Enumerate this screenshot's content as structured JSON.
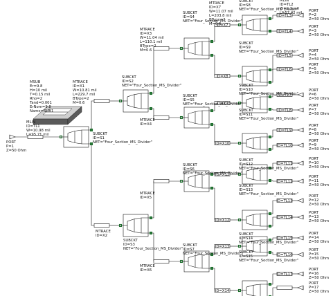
{
  "msub": {
    "lines": [
      "MSUB",
      "Er=9.8",
      "H=10 mil",
      "T=0.15 mil",
      "Rho=2",
      "Tand=0.001",
      "ErNom=9.8",
      "Name=SUB1"
    ]
  },
  "mlin_main": {
    "lines": [
      "MLIN",
      "ID=TL1",
      "W=10.98 mil",
      "L=95.71 mil"
    ]
  },
  "port_in": {
    "lines": [
      "PORT",
      "P=1",
      "Z=50 Ohm"
    ]
  },
  "subckt_s1": {
    "lines": [
      "SUBCKT",
      "ID=S1",
      "NET=\"Four_Section_MS_Divider\""
    ]
  },
  "mtrace_x1": {
    "lines": [
      "MTRACE",
      "ID=X1",
      "W=10.81 mil",
      "L=229.7 mil",
      "BType=2",
      "M=0.6"
    ]
  },
  "mtrace_x2": {
    "lines": [
      "MTRACE",
      "ID=X2"
    ]
  },
  "subckt_s2": {
    "lines": [
      "SUBCKT",
      "ID=S2",
      "NET=\"Four_Section_MS_Divider\""
    ]
  },
  "subckt_s3": {
    "lines": [
      "SUBCKT",
      "ID=S3",
      "NET=\"Four_Section_MS_Divider\""
    ]
  },
  "mtrace_x3": {
    "lines": [
      "MTRACE",
      "ID=X3",
      "W=11.04 mil",
      "L=110.1 mil",
      "BType=2",
      "M=0.6"
    ]
  },
  "mtrace_x4": {
    "lines": [
      "MTRACE",
      "ID=X4"
    ]
  },
  "mtrace_x5": {
    "lines": [
      "MTRACE",
      "ID=X5"
    ]
  },
  "mtrace_x6": {
    "lines": [
      "MTRACE",
      "ID=X6"
    ]
  },
  "subckt_s4": {
    "lines": [
      "SUBCKT",
      "ID=S4",
      "NET=\"Four_Section_MS_Divider\""
    ]
  },
  "subckt_s5": {
    "lines": [
      "SUBCKT",
      "ID=S5",
      "NET=\"Four_Section_MS_Divider\""
    ]
  },
  "subckt_s6": {
    "lines": [
      "SUBCKT",
      "ID=S6",
      "NET=\"Four_Section_MS_Divider\""
    ]
  },
  "subckt_s7": {
    "lines": [
      "SUBCKT",
      "ID=S7",
      "NET=\"Four_Section_MS_Divider\""
    ]
  },
  "mtrace_x7": {
    "lines": [
      "MTRACE",
      "ID=X7",
      "W=11.07 mil",
      "L=203.8 mil",
      "BType=2",
      "M=0.6"
    ]
  },
  "mtrace_x8": {
    "lines": [
      "MTRACE",
      "ID=X8"
    ]
  },
  "mtrace_x9": {
    "lines": [
      "MTRACE",
      "ID=X9"
    ]
  },
  "mtrace_x10": {
    "lines": [
      "MTRACE",
      "ID=X10"
    ]
  },
  "mtrace_x11": {
    "lines": [
      "MTRACE",
      "ID=X11"
    ]
  },
  "mtrace_x12": {
    "lines": [
      "MTRACE",
      "ID=X12"
    ]
  },
  "mtrace_x13": {
    "lines": [
      "MTRACE",
      "ID=X13"
    ]
  },
  "mtrace_x14": {
    "lines": [
      "MTRACE",
      "ID=X14"
    ]
  },
  "subckt_s8": {
    "lines": [
      "SUBCKT",
      "ID=S8",
      "NET=\"Four_Section_MS_Divider\""
    ]
  },
  "subckt_s9": {
    "lines": [
      "SUBCKT",
      "ID=S9",
      "NET=\"Four_Section_MS_Divider\""
    ]
  },
  "subckt_s10": {
    "lines": [
      "SUBCKT",
      "ID=S10",
      "NET=\"Four_Section_MS_Divider\""
    ]
  },
  "subckt_s11": {
    "lines": [
      "SUBCKT",
      "ID=S11",
      "NET=\"Four_Section_MS_Divider\""
    ]
  },
  "subckt_s12": {
    "lines": [
      "SUBCKT",
      "ID=S12",
      "NET=\"Four_Section_MS_Divider\""
    ]
  },
  "subckt_s13": {
    "lines": [
      "SUBCKT",
      "ID=S13",
      "NET=\"Four_Section_MS_Divider\""
    ]
  },
  "subckt_s14": {
    "lines": [
      "SUBCKT",
      "ID=S14",
      "NET=\"Four_Section_MS_Divider\""
    ]
  },
  "subckt_s15": {
    "lines": [
      "SUBCKT",
      "ID=S15",
      "NET=\"Four_Section_MS_Divider\""
    ]
  },
  "mlin_tl2": {
    "lines": [
      "MLIN",
      "ID=TL2",
      "W=9.3 mil",
      "L=57.42 mil"
    ]
  },
  "mlin_box_labels": [
    "MLIN",
    "ID=TL3",
    "MLIN",
    "ID=TL4",
    "MLIN",
    "ID=TL5",
    "MLIN",
    "ID=TL6",
    "MLIN",
    "ID=TL7",
    "MLIN",
    "ID=TL8",
    "MLIN",
    "ID=TL9",
    "MLIN",
    "ID=TL10",
    "MLIN",
    "ID=TL11",
    "MLIN",
    "ID=TL12",
    "MLIN",
    "ID=TL13",
    "MLIN",
    "ID=TL14",
    "MLIN",
    "ID=TL15",
    "MLIN",
    "ID=TL16",
    "MLIN",
    "ID=TL17"
  ],
  "mtrace_box_labels": [
    "MTRACE",
    "ID=X7",
    "MTRACE",
    "ID=X8",
    "MTRACE",
    "ID=X9",
    "MTRACE",
    "ID=X10",
    "MTRACE",
    "ID=X11",
    "MTRACE",
    "ID=X12",
    "MTRACE",
    "ID=X13",
    "MTRACE",
    "ID=X14"
  ],
  "ports_out": [
    {
      "lines": [
        "PORT",
        "P=2",
        "Z=50 Ohm"
      ]
    },
    {
      "lines": [
        "PORT",
        "P=3",
        "Z=50 Ohm"
      ]
    },
    {
      "lines": [
        "PORT",
        "P=4",
        "Z=50 Ohm"
      ]
    },
    {
      "lines": [
        "PORT",
        "P=5",
        "Z=50 Ohm"
      ]
    },
    {
      "lines": [
        "PORT",
        "P=6",
        "Z=50 Ohm"
      ]
    },
    {
      "lines": [
        "PORT",
        "P=7",
        "Z=50 Ohm"
      ]
    },
    {
      "lines": [
        "PORT",
        "P=8",
        "Z=50 Ohm"
      ]
    },
    {
      "lines": [
        "PORT",
        "P=9",
        "Z=50 Ohm"
      ]
    },
    {
      "lines": [
        "PORT",
        "P=10",
        "Z=50 Ohm"
      ]
    },
    {
      "lines": [
        "PORT",
        "P=11",
        "Z=50 Ohm"
      ]
    },
    {
      "lines": [
        "PORT",
        "P=12",
        "Z=50 Ohm"
      ]
    },
    {
      "lines": [
        "PORT",
        "P=13",
        "Z=50 Ohm"
      ]
    },
    {
      "lines": [
        "PORT",
        "P=14",
        "Z=50 Ohm"
      ]
    },
    {
      "lines": [
        "PORT",
        "P=15",
        "Z=50 Ohm"
      ]
    },
    {
      "lines": [
        "PORT",
        "P=16",
        "Z=50 Ohm"
      ]
    },
    {
      "lines": [
        "PORT",
        "P=17",
        "Z=50 Ohm"
      ]
    }
  ]
}
